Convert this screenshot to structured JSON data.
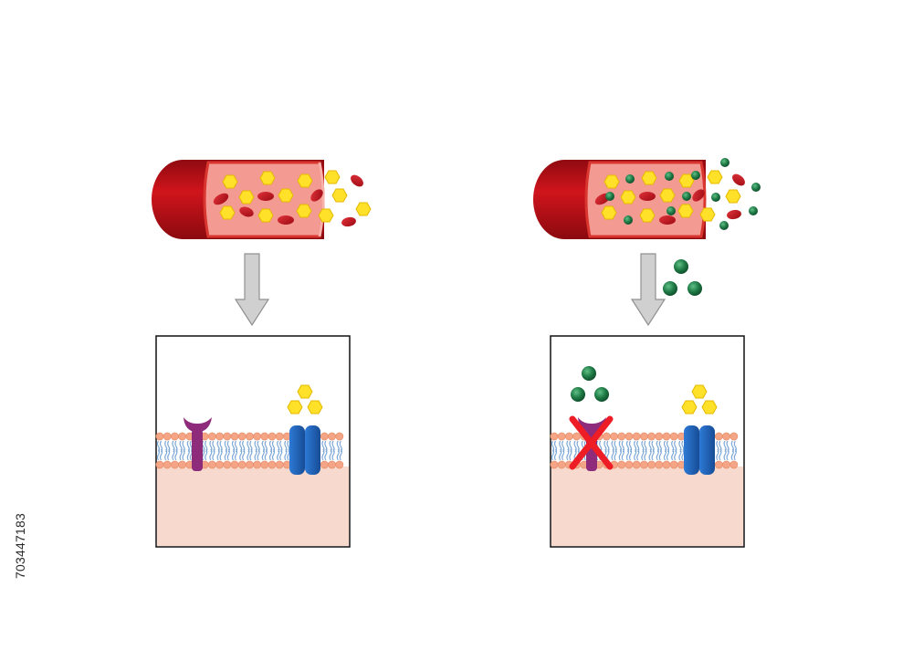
{
  "stock_id": "703447183",
  "colors": {
    "vessel_dark": "#b30e14",
    "vessel_inner": "#f39a92",
    "rbc": "#c8111a",
    "glucose": "#ffe12a",
    "glucose_stroke": "#e7b900",
    "green_molecule": "#1f7a45",
    "receptor_purple": "#8e2b7a",
    "transporter_blue": "#1f5fb5",
    "membrane_head": "#f4a585",
    "membrane_tail": "#7fa9d6",
    "cytoplasm": "#f8d9cd",
    "arrow": "#cfcfcf",
    "block_x": "#ee1c24"
  },
  "panels": [
    {
      "id": "normal",
      "has_green_molecules": false,
      "receptor_blocked": false
    },
    {
      "id": "blocked",
      "has_green_molecules": true,
      "receptor_blocked": true
    }
  ]
}
